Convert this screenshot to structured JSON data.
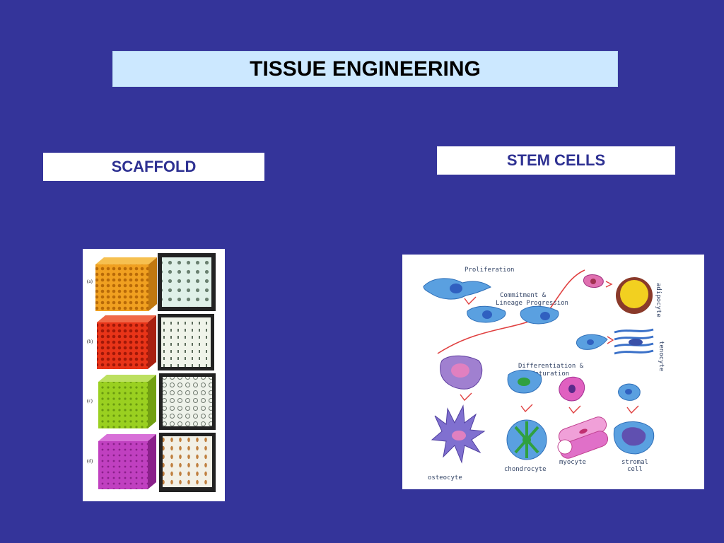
{
  "slide": {
    "title": "TISSUE ENGINEERING",
    "left_label": "SCAFFOLD",
    "right_label": "STEM CELLS"
  },
  "scaffold_figure": {
    "rows": [
      {
        "tag": "(a)",
        "color": "#f0a020"
      },
      {
        "tag": "(b)",
        "color": "#e83418"
      },
      {
        "tag": "(c)",
        "color": "#9ad020"
      },
      {
        "tag": "(d)",
        "color": "#c040c0"
      }
    ]
  },
  "stem_cell_figure": {
    "labels": {
      "proliferation": "Proliferation",
      "commitment_1": "Commitment &",
      "commitment_2": "Lineage Progression",
      "differentiation_1": "Differentiation &",
      "differentiation_2": "Maturation",
      "adipocyte": "adipocyte",
      "tenocyte": "tenocyte",
      "osteocyte": "osteocyte",
      "chondrocyte": "chondrocyte",
      "myocyte": "myocyte",
      "stromal_1": "stromal",
      "stromal_2": "cell"
    },
    "colors": {
      "blue_cell": "#5aa0e0",
      "nucleus": "#3060c0",
      "arrow": "#e04040",
      "adipocyte_fill": "#f2d020",
      "adipocyte_ring": "#8a3a2a",
      "pink": "#e060c0",
      "purple": "#a080d0",
      "green": "#30a040"
    }
  }
}
